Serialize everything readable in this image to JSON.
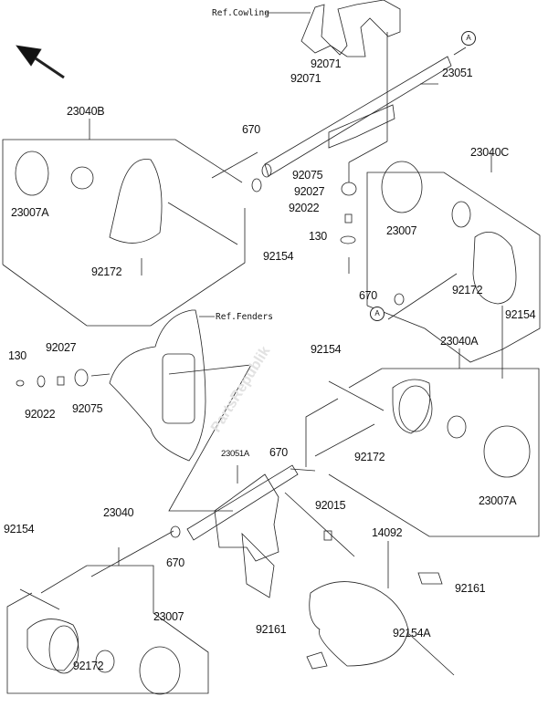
{
  "references": {
    "cowling": "Ref.Cowling",
    "fenders": "Ref.Fenders"
  },
  "connector_marks": [
    "A",
    "A"
  ],
  "watermark": "PartsRepublik",
  "orientation_arrow": "arrow-up-left-icon",
  "labels": {
    "top": [
      "92071",
      "92071",
      "23051",
      "23040B",
      "670",
      "23007A",
      "92075",
      "92027",
      "92022",
      "130",
      "23040C",
      "23007",
      "92154",
      "92172",
      "670",
      "92172",
      "92154"
    ],
    "bottom": [
      "130",
      "92027",
      "92022",
      "92075",
      "92154",
      "23040A",
      "23051A",
      "670",
      "92172",
      "23007A",
      "92015",
      "23040",
      "92154",
      "14092",
      "670",
      "92161",
      "23007",
      "92161",
      "92154A",
      "92172"
    ]
  }
}
